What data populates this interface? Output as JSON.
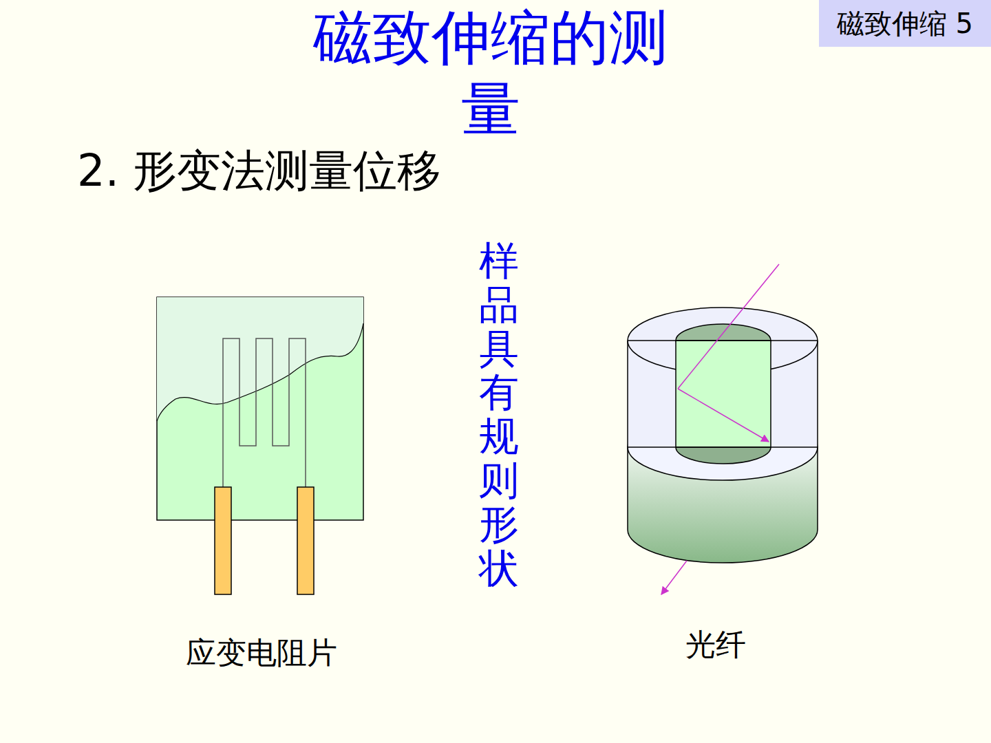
{
  "diagram": {
    "title": "磁致伸缩的测量",
    "nodes": [
      {
        "text": [
          "磁致伸缩 5"
        ]
      }
    ],
    "labels": [
      "2. 形变法测量位移",
      "样品具有规则形状",
      "应变电阻片",
      "光纤"
    ]
  }
}
